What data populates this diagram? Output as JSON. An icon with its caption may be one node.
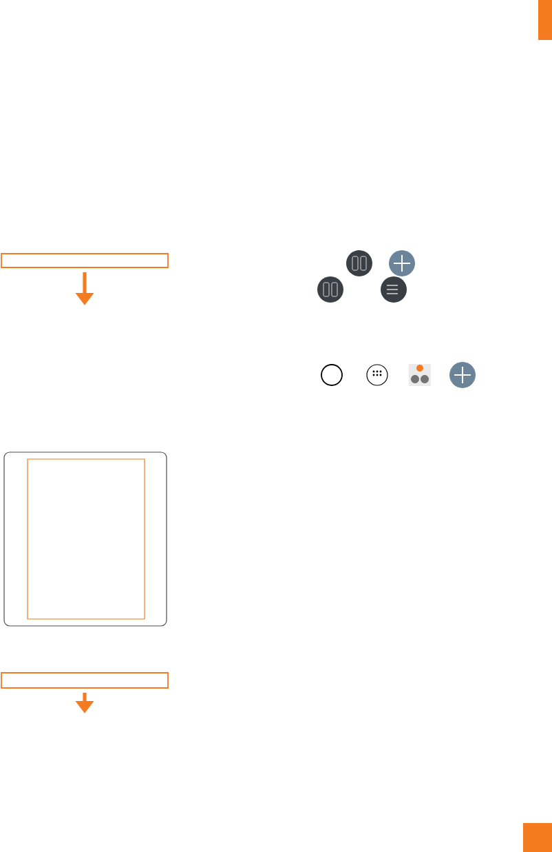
{
  "diagram": {
    "nodes": [
      {
        "text": [],
        "shape": "box"
      },
      {
        "text": [],
        "shape": "box"
      }
    ],
    "edges": [
      {
        "from": 0,
        "to": null,
        "arrow": "to"
      },
      {
        "from": 1,
        "to": null,
        "arrow": "to"
      }
    ]
  }
}
